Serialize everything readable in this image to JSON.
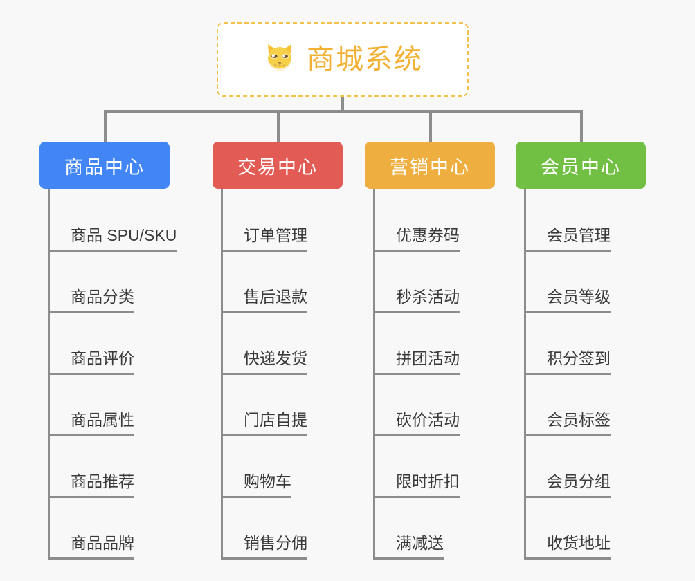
{
  "diagram": {
    "title": "商城系统",
    "root": {
      "label": "商城系统",
      "icon": "shiba-dog-icon",
      "border_color": "#f2c14e",
      "text_color": "#f2b134",
      "background": "#ffffff"
    },
    "background_color": "#f8f8f8",
    "connector_color": "#8c8c8c",
    "branches": [
      {
        "label": "商品中心",
        "color": "#4285f4",
        "items": [
          "商品 SPU/SKU",
          "商品分类",
          "商品评价",
          "商品属性",
          "商品推荐",
          "商品品牌"
        ]
      },
      {
        "label": "交易中心",
        "color": "#e25c55",
        "items": [
          "订单管理",
          "售后退款",
          "快递发货",
          "门店自提",
          "购物车",
          "销售分佣"
        ]
      },
      {
        "label": "营销中心",
        "color": "#eeae40",
        "items": [
          "优惠券码",
          "秒杀活动",
          "拼团活动",
          "砍价活动",
          "限时折扣",
          "满减送"
        ]
      },
      {
        "label": "会员中心",
        "color": "#72c043",
        "items": [
          "会员管理",
          "会员等级",
          "积分签到",
          "会员标签",
          "会员分组",
          "收货地址"
        ]
      }
    ]
  }
}
